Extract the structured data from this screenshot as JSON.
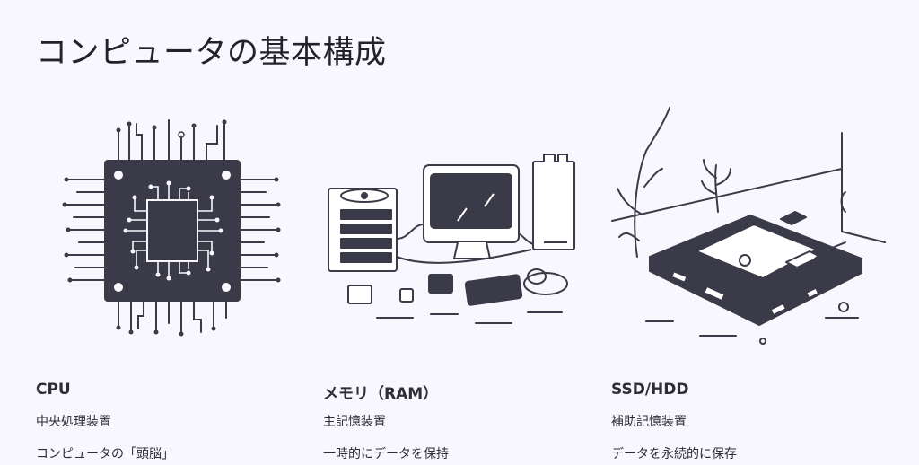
{
  "title": "コンピュータの基本構成",
  "components": [
    {
      "name": "CPU",
      "role": "中央処理装置",
      "desc": "コンピュータの「頭脳」",
      "icon": "cpu-chip-icon"
    },
    {
      "name": "メモリ（RAM）",
      "role": "主記憶装置",
      "desc": "一時的にデータを保持",
      "icon": "memory-illustration"
    },
    {
      "name": "SSD/HDD",
      "role": "補助記憶装置",
      "desc": "データを永続的に保存",
      "icon": "ssd-drive-illustration"
    }
  ],
  "colors": {
    "background": "#f8f7fd",
    "ink": "#3a3a48",
    "text": "#2d2d36"
  }
}
